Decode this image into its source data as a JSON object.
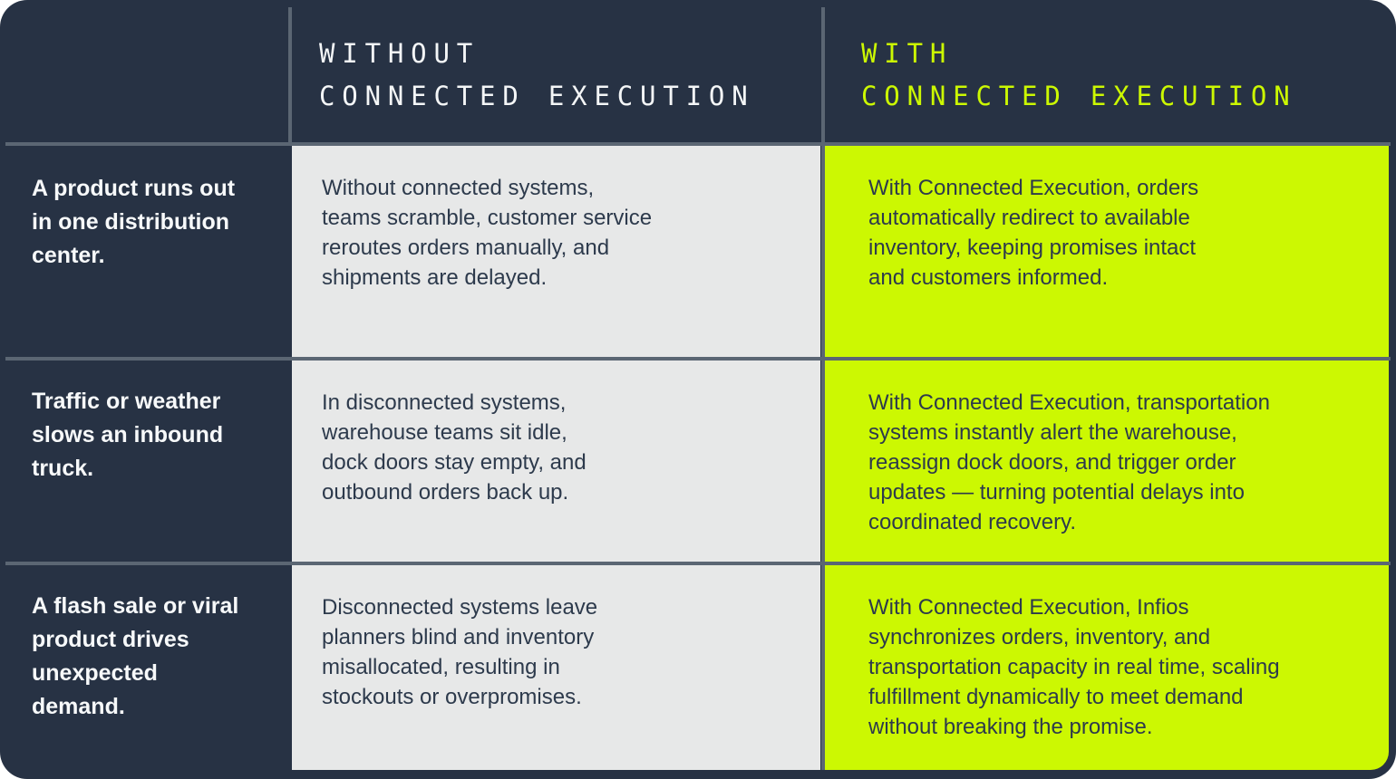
{
  "card": {
    "columns": {
      "without": {
        "header": "WITHOUT\nCONNECTED EXECUTION"
      },
      "with": {
        "header": "WITH\nCONNECTED EXECUTION"
      }
    },
    "rows": [
      {
        "scenario": "A product runs out\nin one distribution\ncenter.",
        "without": "Without connected systems,\nteams scramble, customer service\nreroutes orders manually, and\nshipments are delayed.",
        "with": "With Connected Execution, orders\nautomatically redirect to available\ninventory, keeping promises intact\nand customers informed."
      },
      {
        "scenario": "Traffic or weather\nslows an inbound\ntruck.",
        "without": "In disconnected systems,\nwarehouse teams sit idle,\ndock doors stay empty, and\noutbound orders back up.",
        "with": "With Connected Execution, transportation\nsystems instantly alert the warehouse,\nreassign dock doors, and trigger order\nupdates — turning potential delays into\ncoordinated recovery."
      },
      {
        "scenario": "A flash sale or viral\nproduct drives\nunexpected\ndemand.",
        "without": "Disconnected systems leave\nplanners blind and inventory\nmisallocated, resulting in\nstockouts or overpromises.",
        "with": "With Connected Execution, Infios\nsynchronizes orders, inventory, and\ntransportation capacity in real time, scaling\nfulfillment dynamically to meet demand\nwithout breaking the promise."
      }
    ],
    "colors": {
      "background_navy": "#273244",
      "accent_lime": "#ccf802",
      "cell_gray": "#e7e8e8",
      "divider_slate": "#5b6673",
      "text_dark": "#2d3a4c",
      "text_light": "#f4f6f7"
    }
  }
}
